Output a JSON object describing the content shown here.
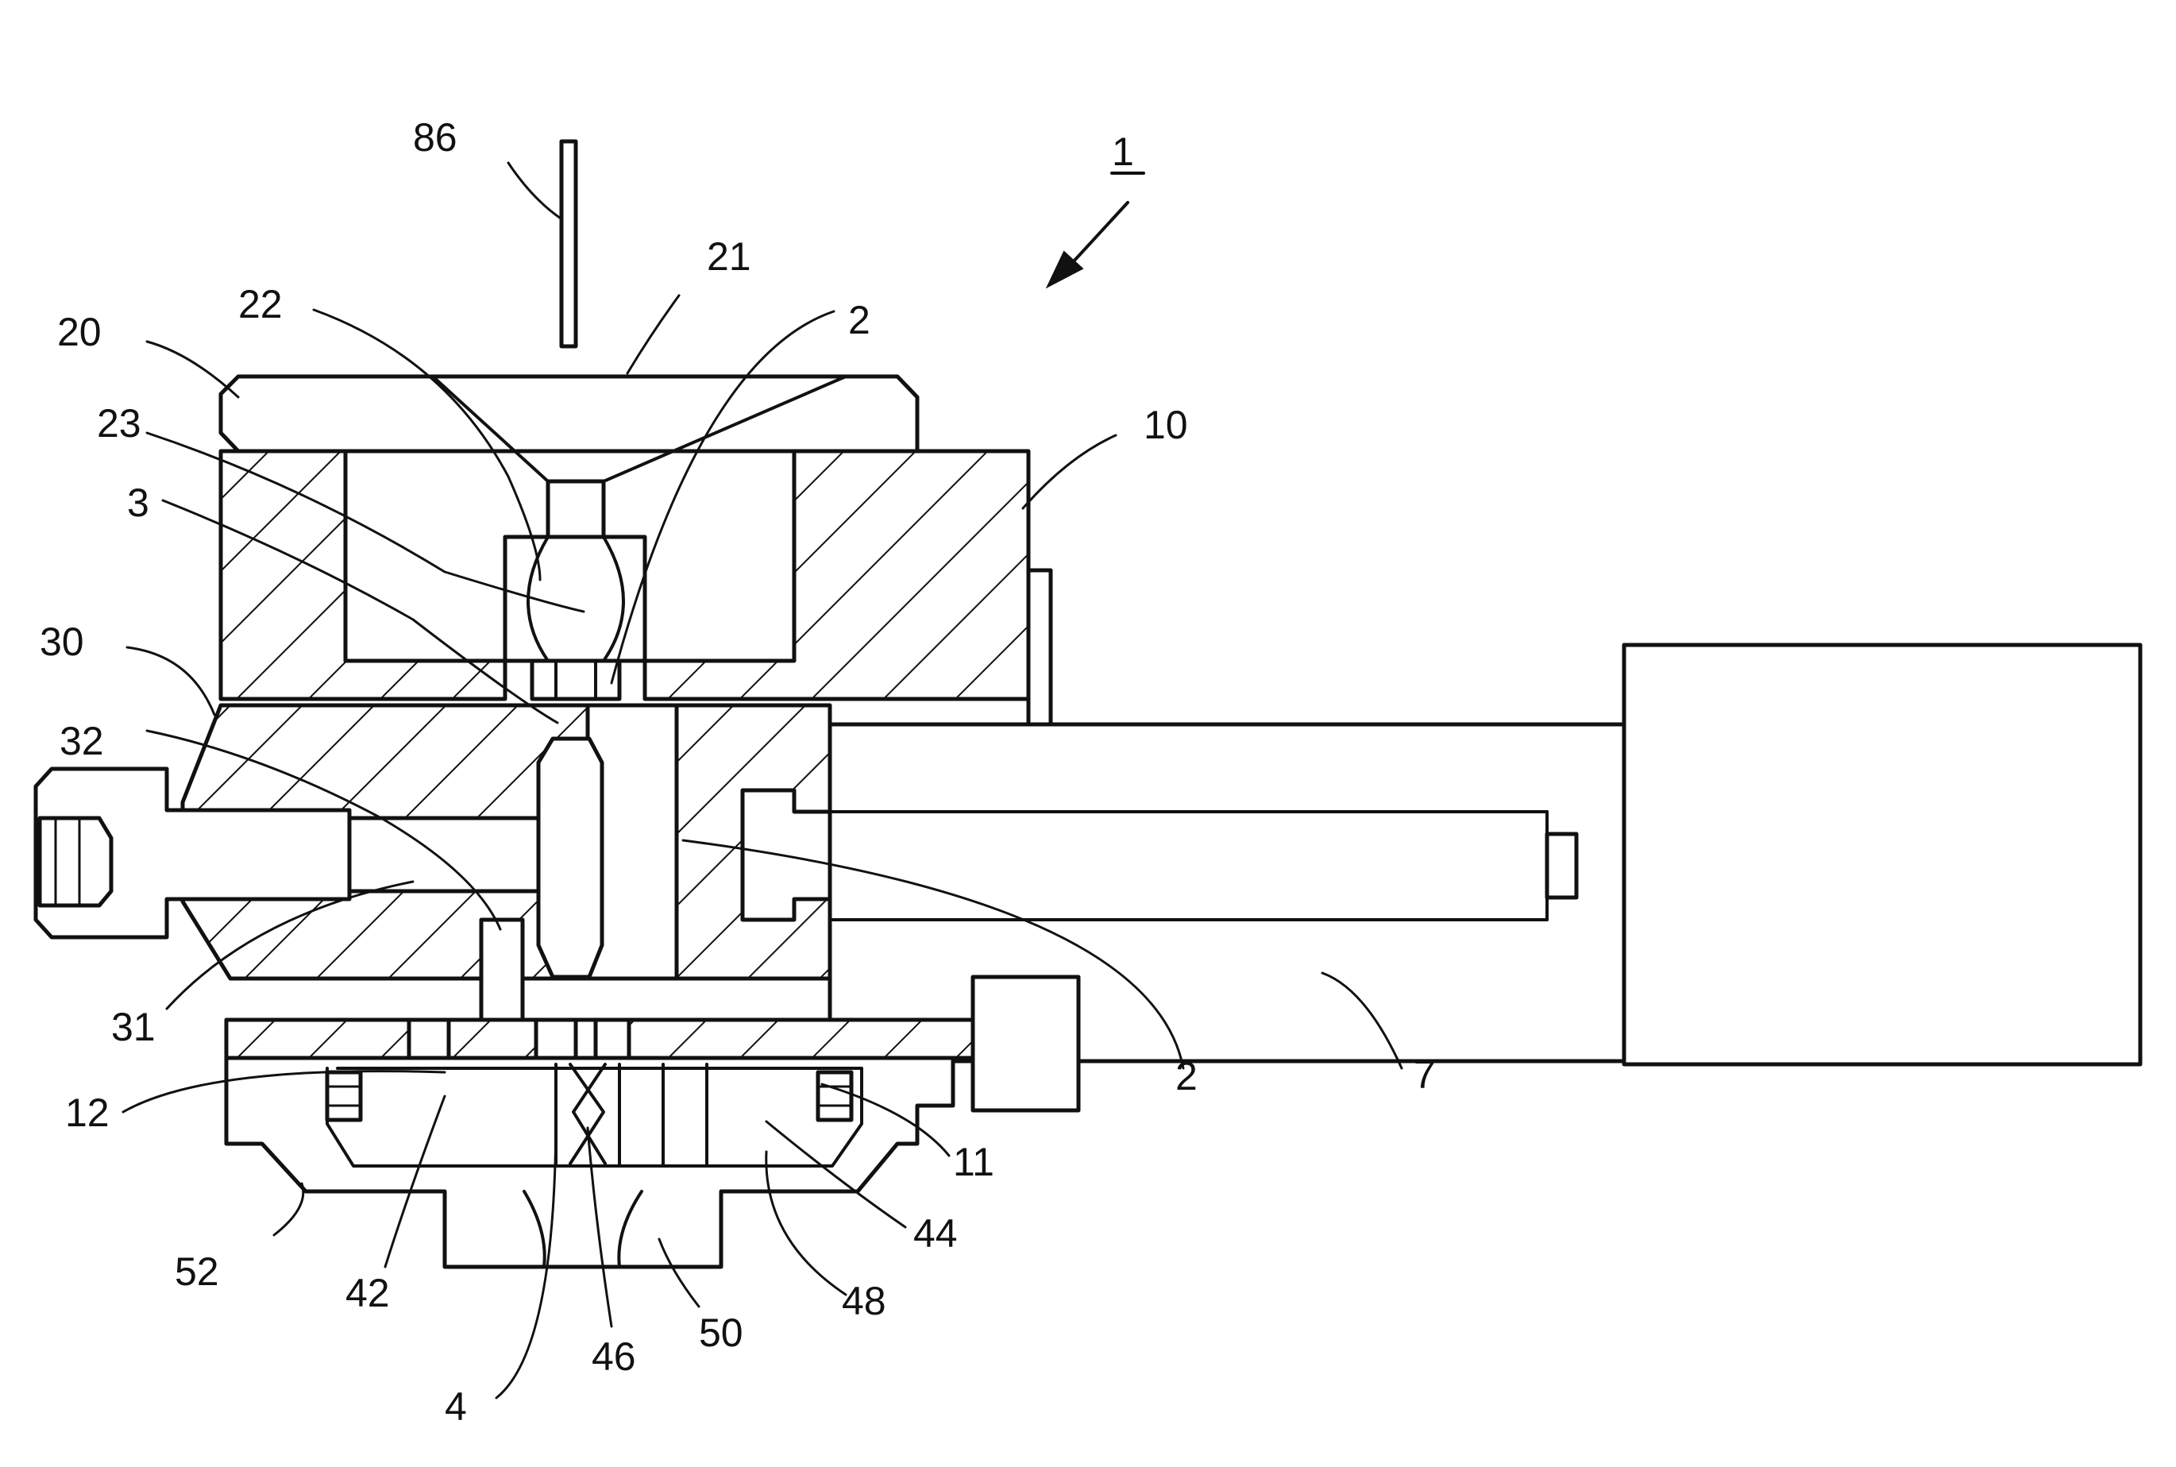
{
  "figure": {
    "assembly_label": "1",
    "labels": {
      "l86": "86",
      "l21": "21",
      "l22": "22",
      "l20": "20",
      "l2_top": "2",
      "l23": "23",
      "l10": "10",
      "l3": "3",
      "l30": "30",
      "l32": "32",
      "l31": "31",
      "l12": "12",
      "l2_right": "2",
      "l7": "7",
      "l11": "11",
      "l44": "44",
      "l48": "48",
      "l52": "52",
      "l42": "42",
      "l46": "46",
      "l50": "50",
      "l4": "4"
    }
  }
}
